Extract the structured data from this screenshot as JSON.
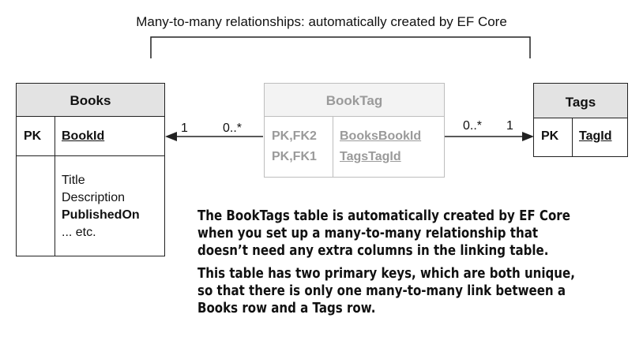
{
  "title": "Many-to-many relationships: automatically created by EF Core",
  "books": {
    "name": "Books",
    "pk_label": "PK",
    "key": "BookId",
    "fields": [
      "Title",
      "Description"
    ],
    "bold_field": "PublishedOn",
    "etc": "... etc."
  },
  "booktag": {
    "name": "BookTag",
    "rows": [
      {
        "keys": "PK,FK2",
        "column": "BooksBookId"
      },
      {
        "keys": "PK,FK1",
        "column": "TagsTagId"
      }
    ]
  },
  "tags": {
    "name": "Tags",
    "pk_label": "PK",
    "key": "TagId"
  },
  "multiplicity": {
    "books_end": "1",
    "booktag_left": "0..*",
    "booktag_right": "0..*",
    "tags_end": "1"
  },
  "notes": [
    [
      "The BookTags table is automatically created by EF Core",
      "when you set up a many-to-many relationship that",
      "doesn’t need any extra columns in the linking table."
    ],
    [
      "This table has two primary keys, which are both unique,",
      "so that there is only one many-to-many link between a",
      "Books row and a Tags row."
    ]
  ],
  "colors": {
    "line": "#222222",
    "grey": "#9a9a9a",
    "header_fill": "#e3e3e3"
  }
}
